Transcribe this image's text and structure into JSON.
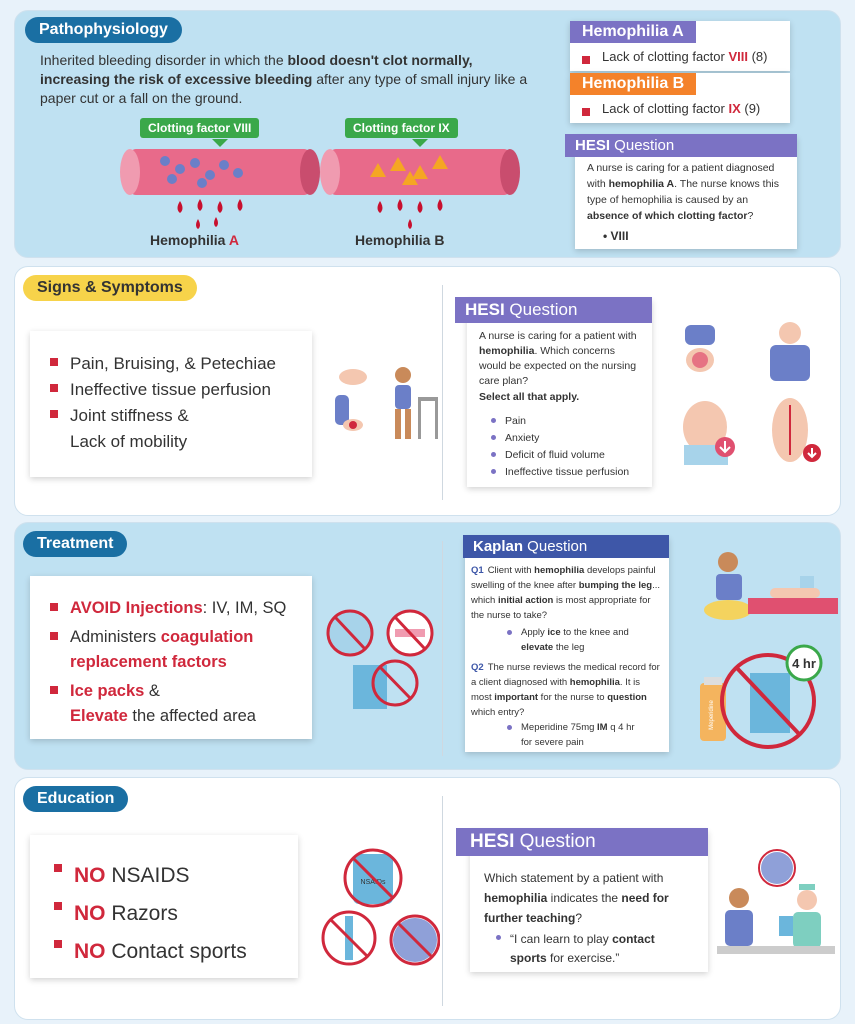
{
  "path": {
    "title": "Pathophysiology",
    "desc_1": "Inherited bleeding disorder in which the ",
    "desc_bold": "blood doesn't clot normally, increasing the risk of excessive bleeding",
    "desc_2": " after any type of small injury like a paper cut or a fall on the ground.",
    "factor8_tag": "Clotting factor VIII",
    "factor9_tag": "Clotting factor IX",
    "vessel_a_label": "Hemophilia ",
    "vessel_a_letter": "A",
    "vessel_b_label": "Hemophilia B",
    "hema_title": "Hemophilia A",
    "hema_text": "Lack of clotting factor ",
    "hema_factor": "VIII",
    "hema_num": " (8)",
    "hemb_title": "Hemophilia B",
    "hemb_text": "Lack of clotting factor ",
    "hemb_factor": "IX",
    "hemb_num": " (9)",
    "q_head_bold": "HESI",
    "q_head_rest": " Question",
    "q_1": "A nurse is caring for a patient diagnosed with ",
    "q_b1": "hemophilia A",
    "q_2": ". The nurse knows this type of hemophilia is caused by an ",
    "q_b2": "absence of which clotting factor",
    "q_3": "?",
    "q_answer": "VIII"
  },
  "signs": {
    "title": "Signs & Symptoms",
    "items": [
      "Pain, Bruising, & Petechiae",
      "Ineffective tissue perfusion",
      "Joint stiffness &",
      "Lack of mobility"
    ],
    "q_head_bold": "HESI",
    "q_head_rest": " Question",
    "q_1": "A nurse is caring for a patient with ",
    "q_b1": "hemophilia",
    "q_2": ". Which concerns would be expected on the nursing care plan?",
    "q_select": "Select all that apply.",
    "q_options": [
      "Pain",
      "Anxiety",
      "Deficit of fluid volume",
      "Ineffective tissue perfusion"
    ]
  },
  "treat": {
    "title": "Treatment",
    "i1_red": "AVOID Injections",
    "i1_rest": ": IV, IM, SQ",
    "i2_a": "Administers ",
    "i2_red": "coagulation replacement factors",
    "i3_red": "Ice packs",
    "i3_rest": " &",
    "i4_red": "Elevate",
    "i4_rest": " the affected area",
    "q_head_bold": "Kaplan",
    "q_head_rest": " Question",
    "q1_tag": "Q1",
    "q1_a": "Client with ",
    "q1_b": "hemophilia",
    "q1_c": " develops painful swelling of the knee after ",
    "q1_d": "bumping the leg",
    "q1_e": "... which ",
    "q1_f": "initial action",
    "q1_g": " is most appropriate for the nurse to take?",
    "a1_a": "Apply ",
    "a1_b": "ice",
    "a1_c": " to the knee and ",
    "a1_d": "elevate",
    "a1_e": " the leg",
    "q2_tag": "Q2",
    "q2_a": "The nurse reviews the medical record for a client diagnosed with ",
    "q2_b": "hemophilia",
    "q2_c": ". It is most ",
    "q2_d": "important",
    "q2_e": " for the nurse to ",
    "q2_f": "question",
    "q2_g": " which entry?",
    "a2_a": "Meperidine 75mg ",
    "a2_b": "IM",
    "a2_c": " q 4 hr for severe pain",
    "clock_label": "4 hr",
    "vial_label": "Meperidine"
  },
  "edu": {
    "title": "Education",
    "no": "NO",
    "items": [
      " NSAIDS",
      " Razors",
      " Contact sports"
    ],
    "nsaid_label": "NSAIDs",
    "q_head_bold": "HESI",
    "q_head_rest": " Question",
    "q_1": "Which statement by a patient with ",
    "q_b1": "hemophilia",
    "q_2": " indicates the ",
    "q_b2": "need for further teaching",
    "q_3": "?",
    "a_1": "“I can learn to play ",
    "a_b": "contact sports",
    "a_2": " for exercise.”"
  },
  "colors": {
    "accent_red": "#d0283c",
    "purple": "#7b72c4",
    "orange": "#f4822a",
    "blue": "#1a6fa3",
    "yellow": "#f7d34a"
  }
}
